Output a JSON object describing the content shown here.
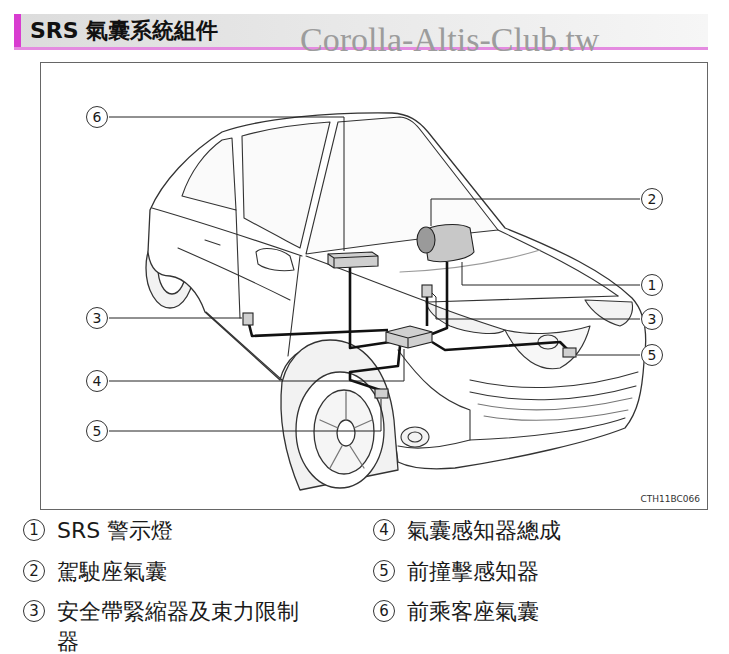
{
  "diagram": {
    "title": "SRS 氣囊系統組件",
    "labels": [
      "Corolla-Altis-Club.tw",
      "6",
      "2",
      "1",
      "3",
      "3",
      "5",
      "4",
      "5",
      "CTH11BC066",
      "1",
      "SRS 警示燈",
      "4",
      "氣囊感知器總成",
      "2",
      "駕駛座氣囊",
      "5",
      "前撞擊感知器",
      "3",
      "安全帶緊縮器及束力限制器",
      "6",
      "前乘客座氣囊"
    ]
  }
}
